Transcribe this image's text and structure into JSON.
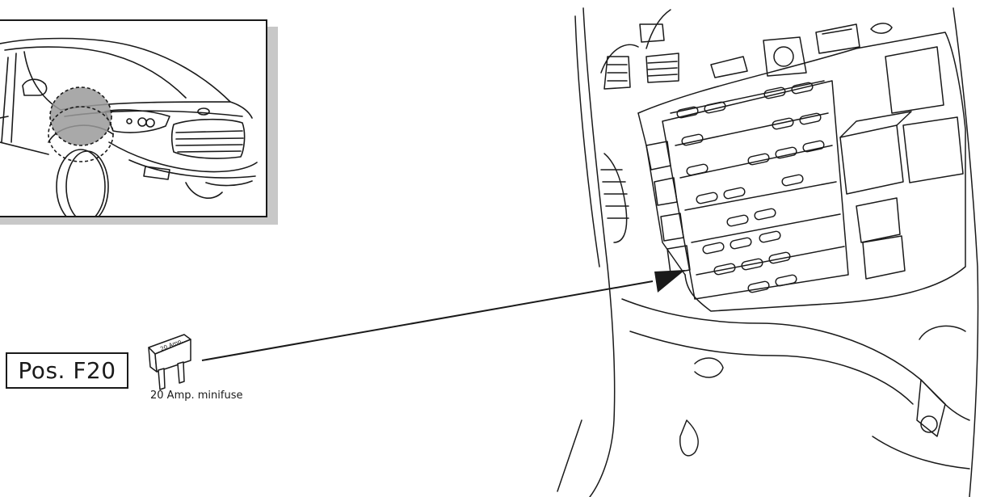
{
  "callout": {
    "position_label": "Pos. F20",
    "fuse_caption": "20 Amp. minifuse",
    "fuse_text": "20 Amp."
  },
  "icons": {
    "car": "car-front-illustration",
    "fuse": "minifuse-icon",
    "fusebox": "fuse-box-illustration",
    "arrow": "arrow-pointer"
  },
  "colors": {
    "line": "#1a1a1a",
    "shadow": "#c8c8c8",
    "highlight": "#9a9a9a"
  }
}
